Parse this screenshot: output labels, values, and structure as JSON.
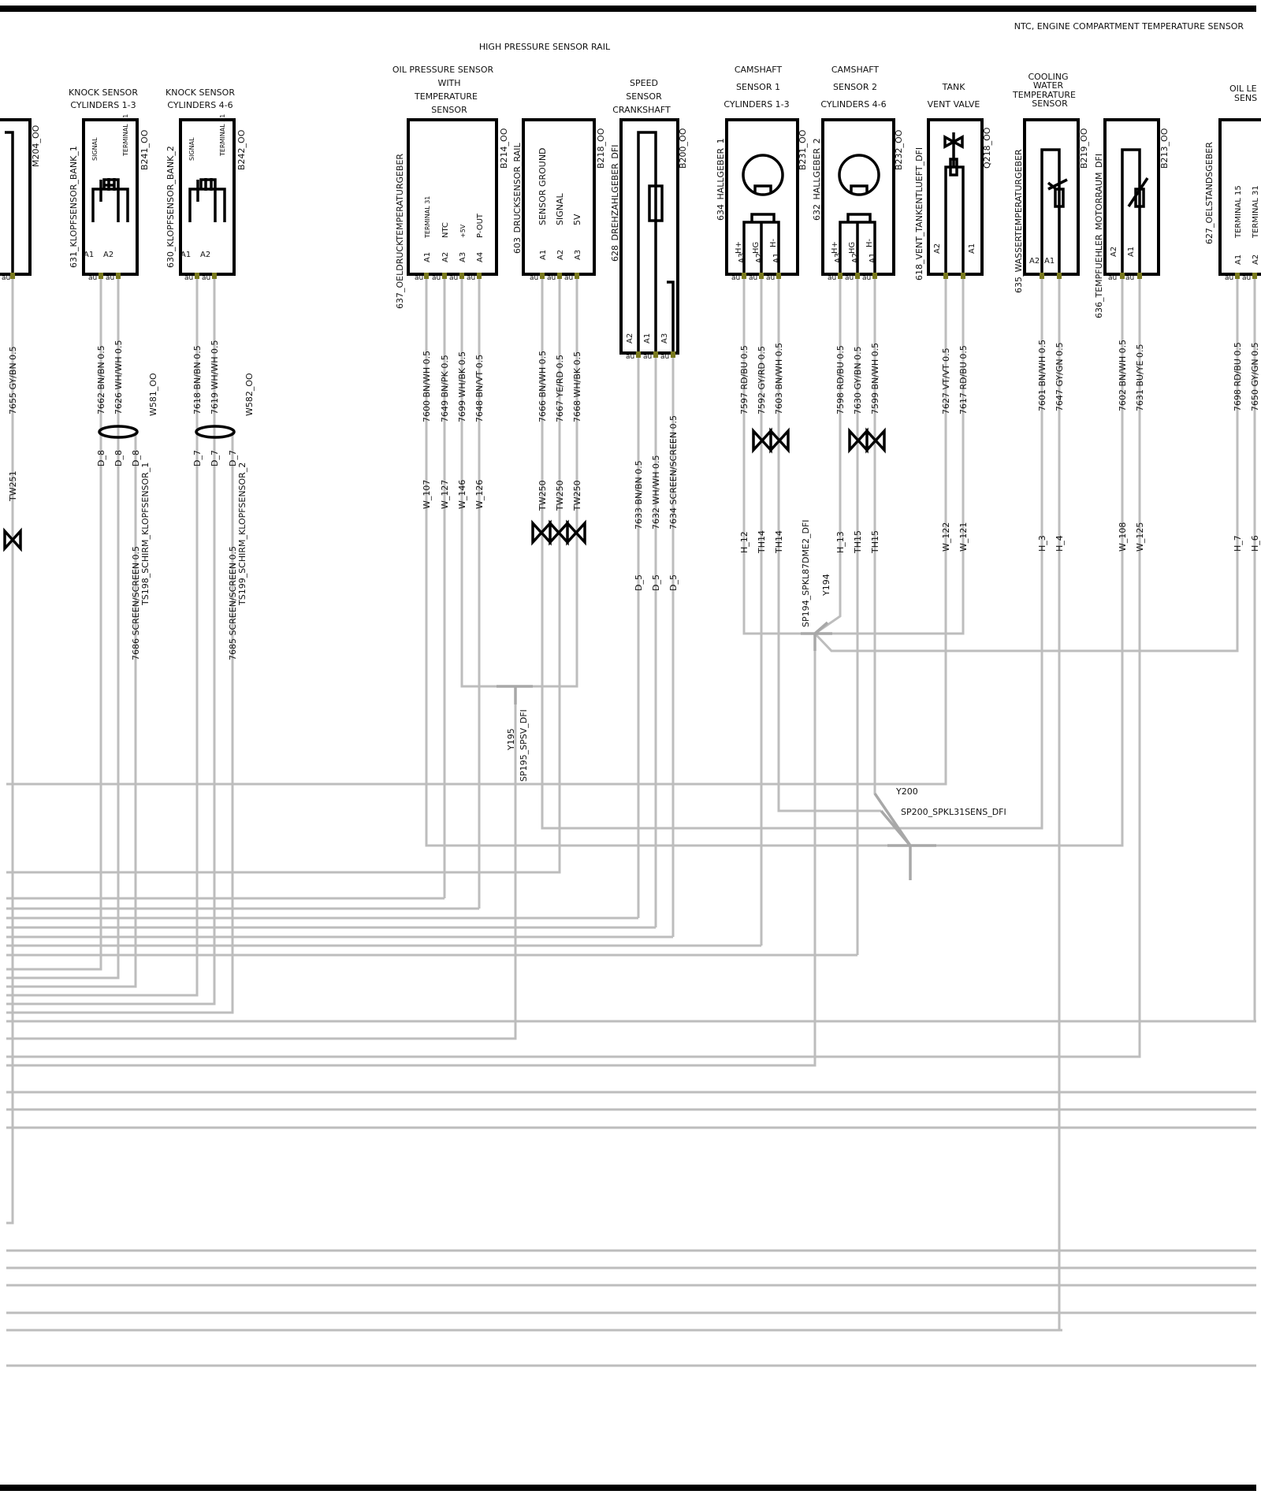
{
  "top_labels": {
    "ntc_sensor": "NTC, ENGINE COMPARTMENT TEMPERATURE SENSOR",
    "hp_rail": "HIGH PRESSURE SENSOR RAIL"
  },
  "components": {
    "m204": {
      "ref": "M204_OO"
    },
    "knock1": {
      "t1": "KNOCK SENSOR",
      "t2": "CYLINDERS 1-3",
      "name": "631_KLOPFSENSOR_BANK_1",
      "ref": "B241_OO",
      "sig": "SIGNAL",
      "term": "TERMINAL 31",
      "p1": "A1",
      "p2": "A2",
      "shield": "W581_OO"
    },
    "knock2": {
      "t1": "KNOCK SENSOR",
      "t2": "CYLINDERS 4-6",
      "name": "630_KLOPFSENSOR_BANK_2",
      "ref": "B242_OO",
      "sig": "SIGNAL",
      "term": "TERMINAL 31",
      "p1": "A1",
      "p2": "A2",
      "shield": "W582_OO"
    },
    "oil": {
      "t1": "OIL PRESSURE SENSOR",
      "t2": "WITH",
      "t3": "TEMPERATURE",
      "t4": "SENSOR",
      "name": "637_OELDRUCKTEMPERATURGEBER",
      "ref": "B214_OO",
      "pins": [
        "A1",
        "A2",
        "A3",
        "A4"
      ],
      "fn": [
        "TERMINAL 31",
        "NTC",
        "+5V",
        "P-OUT"
      ]
    },
    "rail": {
      "name": "603_DRUCKSENSOR_RAIL",
      "ref": "B218_OO",
      "pins": [
        "A1",
        "A2",
        "A3"
      ],
      "fn": [
        "SENSOR GROUND",
        "SIGNAL",
        "5V"
      ]
    },
    "crank": {
      "t1": "SPEED",
      "t2": "SENSOR",
      "t3": "CRANKSHAFT",
      "name": "628_DREHZAHLGEBER_DFI",
      "ref": "B200_OO",
      "pins": [
        "A2",
        "A1",
        "A3"
      ]
    },
    "cam1": {
      "t1": "CAMSHAFT",
      "t2": "SENSOR 1",
      "t3": "CYLINDERS 1-3",
      "name": "634_HALLGEBER_1",
      "ref": "B231_OO",
      "pins": [
        "A3",
        "A2",
        "A1"
      ],
      "fn": [
        "H+",
        "HG",
        "H-"
      ]
    },
    "cam2": {
      "t1": "CAMSHAFT",
      "t2": "SENSOR 2",
      "t3": "CYLINDERS 4-6",
      "name": "632_HALLGEBER_2",
      "ref": "B232_OO",
      "pins": [
        "A3",
        "A2",
        "A1"
      ],
      "fn": [
        "H+",
        "HG",
        "H-"
      ]
    },
    "tank": {
      "t1": "TANK",
      "t2": "VENT VALVE",
      "name": "618_VENT_TANKENTLUEFT_DFI",
      "ref": "Q218_OO",
      "pins": [
        "A2",
        "A1"
      ]
    },
    "cool": {
      "t1": "COOLING",
      "t2": "WATER",
      "t3": "TEMPERATURE",
      "t4": "SENSOR",
      "name": "635_WASSERTEMPERATURGEBER",
      "ref": "B219_OO",
      "pins": [
        "A2",
        "A1"
      ]
    },
    "ntc": {
      "name": "636_TEMPFUEHLER_MOTORRAUM_DFI",
      "ref": "B213_OO",
      "pins": [
        "A2",
        "A1"
      ]
    },
    "oillevel": {
      "t1": "OIL LE",
      "t2": "SENS",
      "name": "627_OELSTANDSGEBER",
      "pins": [
        "A1",
        "A2"
      ],
      "fn": [
        "TERMINAL 15",
        "TERMINAL 31"
      ]
    }
  },
  "pin_tag": "au",
  "wires": {
    "w7655": "7655 GY/BN 0.5",
    "w7662": "7662 BN/BN 0.5",
    "w7626": "7626 WH/WH 0.5",
    "w7618": "7618 BN/BN 0.5",
    "w7619": "7619 WH/WH 0.5",
    "w7600": "7600 BN/WH 0.5",
    "w7649": "7649 BN/PK 0.5",
    "w7699": "7699 WH/BK 0.5",
    "w7648": "7648 BN/VT 0.5",
    "w7666": "7666 BN/WH 0.5",
    "w7667": "7667 YE/RD 0.5",
    "w7668": "7668 WH/BK 0.5",
    "w7633": "7633 BN/BN 0.5",
    "w7632": "7632 WH/WH 0.5",
    "w7634": "7634 SCREEN/SCREEN 0.5",
    "w7597": "7597 RD/BU 0.5",
    "w7592": "7592 GY/RD 0.5",
    "w7603": "7603 BN/WH 0.5",
    "w7598": "7598 RD/BU 0.5",
    "w7630": "7630 GY/BN 0.5",
    "w7599": "7599 BN/WH 0.5",
    "w7627": "7627 VT/VT 0.5",
    "w7617": "7617 RD/BU 0.5",
    "w7601": "7601 BN/WH 0.5",
    "w7647": "7647 GY/GN 0.5",
    "w7602": "7602 BN/WH 0.5",
    "w7631": "7631 BU/YE 0.5",
    "w7698": "7698 RD/BU 0.5",
    "w7650": "7650 GY/GN 0.5",
    "w7686": "7686 SCREEN/SCREEN 0.5",
    "w7685": "7685 SCREEN/SCREEN 0.5"
  },
  "connectors": {
    "tw251": "TW251",
    "d8": "D_8",
    "d7": "D_7",
    "w107": "W_107",
    "w127": "W_127",
    "w146": "W_146",
    "w126": "W_126",
    "tw250": "TW250",
    "d5": "D_5",
    "h12": "H_12",
    "th14": "TH14",
    "h13": "H_13",
    "th15": "TH15",
    "w122": "W_122",
    "w121": "W_121",
    "h3": "H_3",
    "h4": "H_4",
    "w108": "W_108",
    "w125": "W_125",
    "h7": "H_7",
    "h6": "H_6"
  },
  "splices": {
    "ts198": "TS198_SCHIRM_KLOPFSENSOR_1",
    "ts199": "TS199_SCHIRM_KLOPFSENSOR_2",
    "sp195": "SP195_SPSV_DFI",
    "y195": "Y195",
    "sp194": "SP194_SPKL87DME2_DFI",
    "y194": "Y194",
    "sp200": "SP200_SPKL31SENS_DFI",
    "y200": "Y200"
  }
}
